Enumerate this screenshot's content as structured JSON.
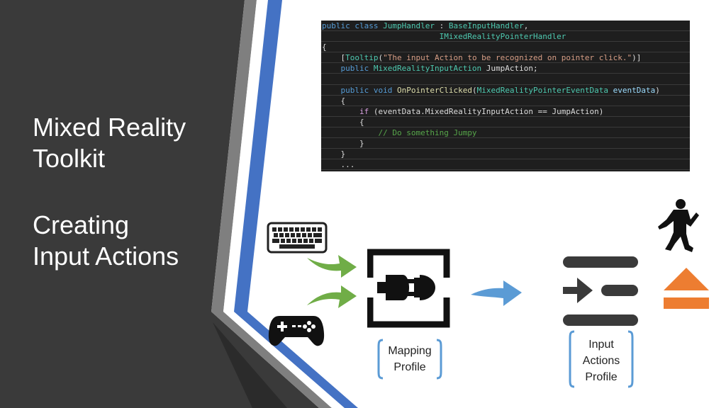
{
  "slide": {
    "title_line1": "Mixed Reality",
    "title_line2": "Toolkit",
    "subtitle_line1": "Creating",
    "subtitle_line2": "Input Actions"
  },
  "code": {
    "l1_kw": "public class ",
    "l1_ty": "JumpHandler",
    "l1_sep": " : ",
    "l1_base": "BaseInputHandler",
    "l1_end": ",",
    "l2_pad": "                         ",
    "l2_ty": "IMixedRealityPointerHandler",
    "l3": "{",
    "l4_pre": "    [",
    "l4_attr": "Tooltip",
    "l4_open": "(",
    "l4_str": "\"The input Action to be recognized on pointer click.\"",
    "l4_close": ")]",
    "l5_pre": "    ",
    "l5_kw": "public ",
    "l5_ty": "MixedRealityInputAction",
    "l5_name": " JumpAction;",
    "l6": " ",
    "l7_pre": "    ",
    "l7_kw": "public void ",
    "l7_fn": "OnPointerClicked",
    "l7_open": "(",
    "l7_ty": "MixedRealityPointerEventData",
    "l7_sp": " ",
    "l7_par": "eventData",
    "l7_close": ")",
    "l8": "    {",
    "l9_pre": "        ",
    "l9_kw": "if",
    "l9_rest": " (eventData.MixedRealityInputAction == JumpAction)",
    "l10": "        {",
    "l11_pre": "            ",
    "l11_cm": "// Do something Jumpy",
    "l12": "        }",
    "l13": "    }",
    "l14": "    ..."
  },
  "labels": {
    "mapping_line1": "Mapping",
    "mapping_line2": "Profile",
    "actions_line1": "Input",
    "actions_line2": "Actions",
    "actions_line3": "Profile"
  },
  "colors": {
    "dark_panel": "#3a3a3a",
    "accent_blue": "#4472c4",
    "arrow_green": "#70ad47",
    "arrow_blue": "#5b9bd5",
    "eject_orange": "#ed7d31",
    "bracket_blue": "#5b9bd5"
  },
  "icons": [
    "keyboard-icon",
    "gamepad-icon",
    "plug-icon",
    "input-actions-icon",
    "jumping-person-icon",
    "eject-icon"
  ]
}
